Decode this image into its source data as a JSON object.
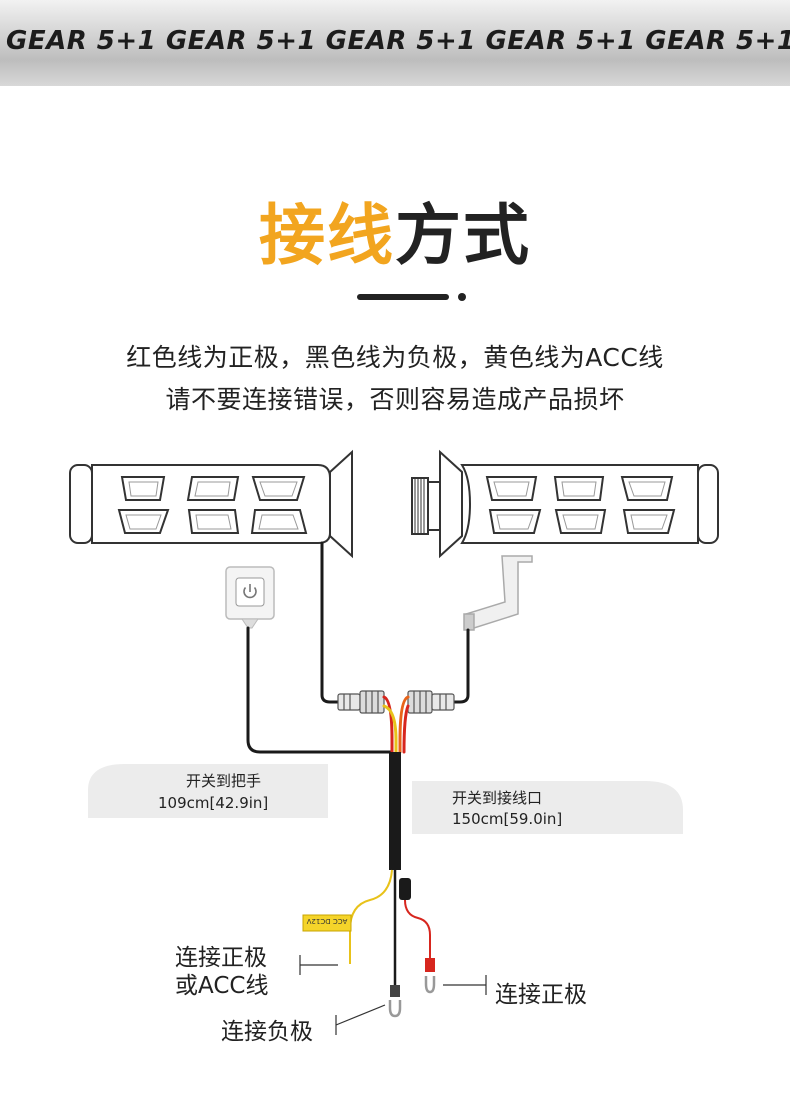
{
  "banner": {
    "text": "GEAR 5+1 GEAR 5+1 GEAR 5+1 GEAR 5+1 GEAR 5+1 GEAR 5+1 GEA"
  },
  "title": {
    "accent": "接线",
    "rest": "方式"
  },
  "subtitle": {
    "line1": "红色线为正极，黑色线为负极，黄色线为ACC线",
    "line2": "请不要连接错误，否则容易造成产品损坏"
  },
  "labels": {
    "switch_to_grip_title": "开关到把手",
    "switch_to_grip_length": "109cm[42.9in]",
    "switch_to_port_title": "开关到接线口",
    "switch_to_port_length": "150cm[59.0in]",
    "positive_or_acc_line1": "连接正极",
    "positive_or_acc_line2": "或ACC线",
    "positive": "连接正极",
    "negative": "连接负极",
    "acc_tag": "ACC DC12V"
  },
  "colors": {
    "accent": "#f2a51f",
    "wire_black": "#1a1a1a",
    "wire_red": "#d7261e",
    "wire_yellow": "#e8c21a",
    "callout_bg": "#ececec"
  },
  "icons": [
    "power-icon"
  ]
}
